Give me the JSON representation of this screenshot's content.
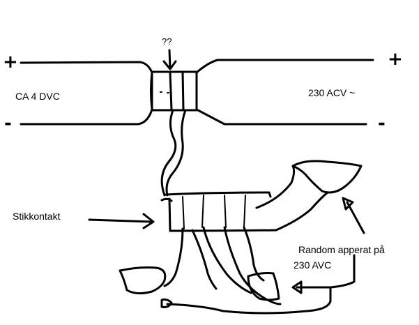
{
  "labels": {
    "dc_voltage": "CA  4 DVC",
    "ac_voltage": "230 ACV ~",
    "converter_question": "??",
    "socket": "Stikkontakt",
    "device_line1": "Random apperat på",
    "device_line2": "230 AVC"
  },
  "signs": {
    "left_plus": "+",
    "left_minus": "-",
    "right_plus": "+",
    "right_minus": "-"
  },
  "colors": {
    "ink": "#000000",
    "background": "#ffffff"
  }
}
